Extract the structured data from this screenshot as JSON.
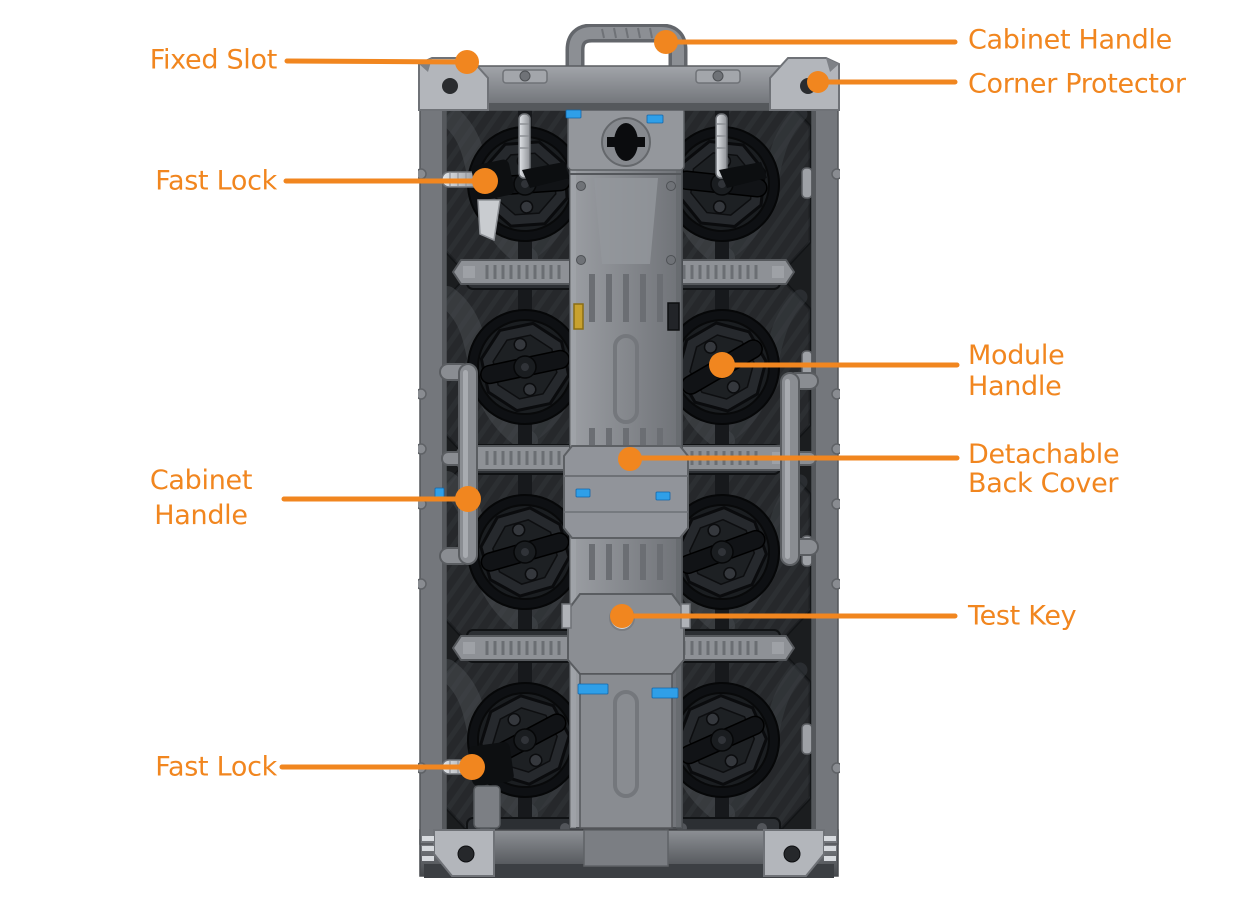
{
  "accent_color": "#F1861F",
  "palette": {
    "sticker_blue": "#2F9FE8",
    "cabinet_gray": "#85888D",
    "panel_dark": "#26282B",
    "knob_black": "#111316"
  },
  "callouts": [
    {
      "id": "fixed-slot",
      "text": "Fixed Slot"
    },
    {
      "id": "cabinet-handle-top",
      "text": "Cabinet Handle"
    },
    {
      "id": "corner-protector",
      "text": "Corner Protector"
    },
    {
      "id": "fast-lock-top",
      "text": "Fast Lock"
    },
    {
      "id": "module-handle",
      "text": "Module Handle"
    },
    {
      "id": "detachable-back-cover",
      "text": "Detachable Back Cover"
    },
    {
      "id": "cabinet-handle-left",
      "text": "Cabinet Handle"
    },
    {
      "id": "test-key",
      "text": "Test Key"
    },
    {
      "id": "fast-lock-bottom",
      "text": "Fast Lock"
    }
  ]
}
